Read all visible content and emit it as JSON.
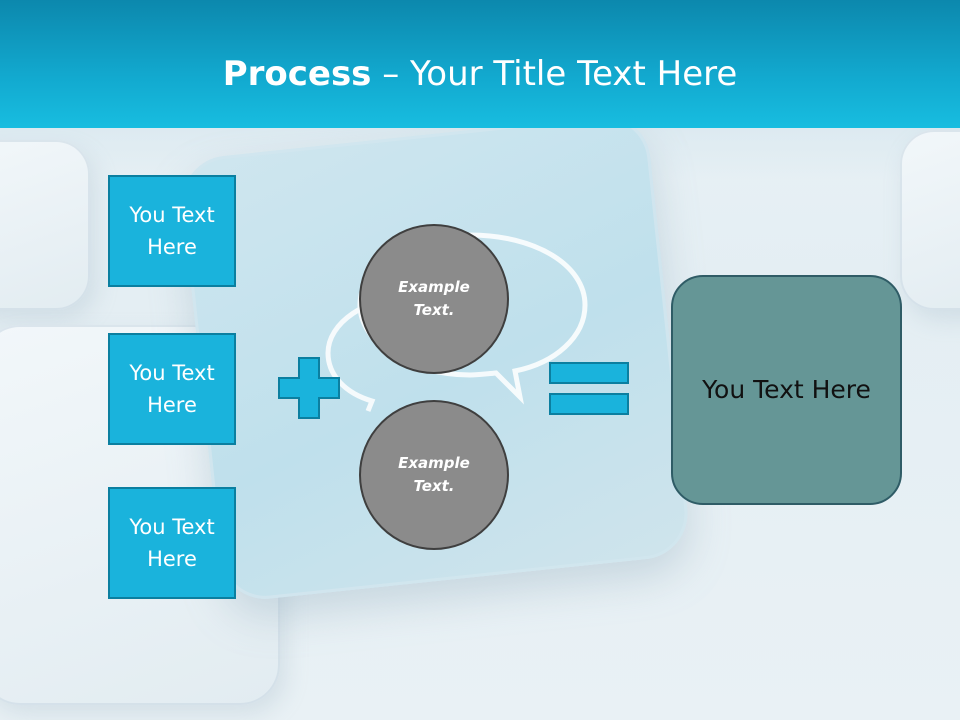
{
  "title": {
    "bold": "Process",
    "rest": " – Your Title Text Here"
  },
  "left_boxes": [
    {
      "text": "You Text Here"
    },
    {
      "text": "You Text Here"
    },
    {
      "text": "You Text Here"
    }
  ],
  "circles": [
    {
      "text": "Example Text."
    },
    {
      "text": "Example Text."
    }
  ],
  "result": {
    "text": "You Text Here"
  },
  "colors": {
    "header": "#12a9cf",
    "box_fill": "#1ab3dc",
    "box_border": "#0b7fa0",
    "circle_fill": "#8b8b8b",
    "result_fill": "#659696"
  },
  "icons": [
    "plus-sign",
    "equals-sign",
    "speech-bubble"
  ]
}
